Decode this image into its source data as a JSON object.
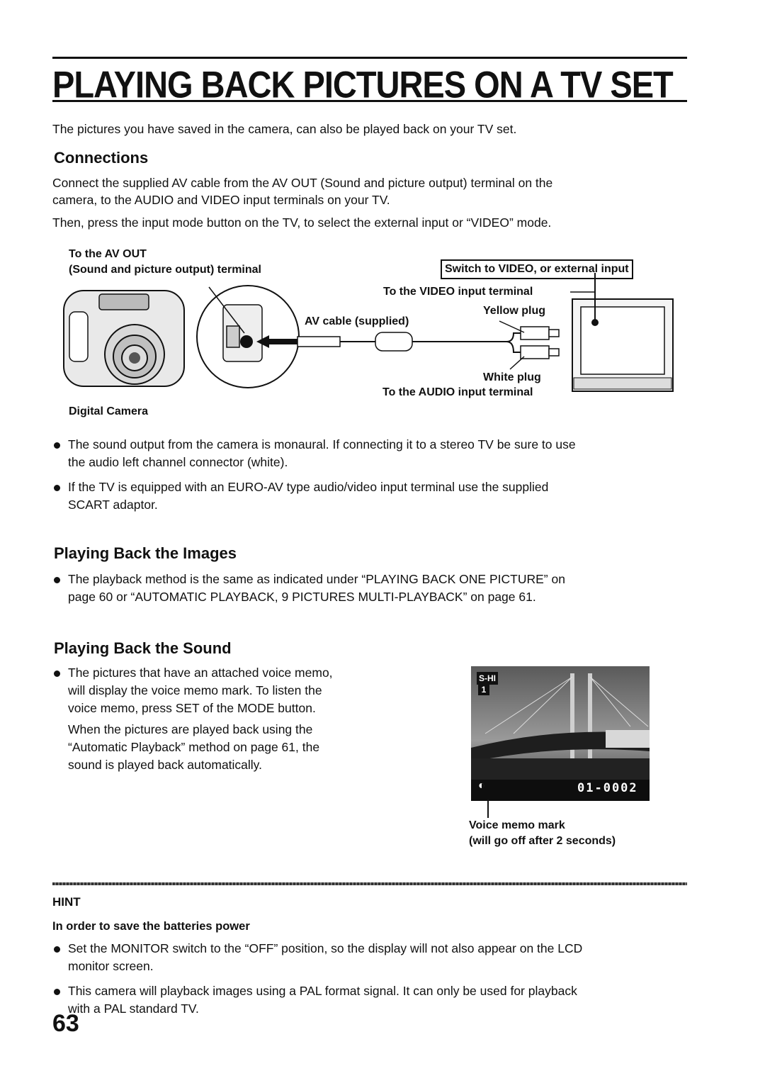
{
  "title": "PLAYING BACK PICTURES ON A TV SET",
  "intro": "The pictures you have saved in the camera, can also be played back on your TV set.",
  "connections": {
    "heading": "Connections",
    "p1_line1": "Connect the supplied AV cable from the AV OUT (Sound and picture output) terminal on the",
    "p1_line2": "camera, to the AUDIO and VIDEO input terminals on your TV.",
    "p2": "Then, press the input mode button on the TV, to select the external input or “VIDEO” mode."
  },
  "diagram": {
    "label_av_out_1": "To the AV OUT",
    "label_av_out_2": "(Sound and picture output) terminal",
    "label_switch": "Switch to VIDEO, or external input",
    "label_video_terminal": "To the VIDEO input terminal",
    "label_yellow_plug": "Yellow plug",
    "label_av_cable": "AV cable (supplied)",
    "label_white_plug": "White plug",
    "label_audio_terminal": "To the AUDIO input terminal",
    "label_digital_camera": "Digital Camera"
  },
  "connection_notes": [
    {
      "line1": "The sound output from the camera is monaural. If connecting it to a stereo TV be sure to use",
      "line2": "the audio left channel connector (white)."
    },
    {
      "line1": "If the TV is equipped with an EURO-AV type audio/video input terminal use the supplied",
      "line2": "SCART adaptor."
    }
  ],
  "images_section": {
    "heading": "Playing Back the Images",
    "line1": "The playback method is the same as indicated under “PLAYING BACK ONE PICTURE” on",
    "line2": "page 60 or “AUTOMATIC PLAYBACK, 9 PICTURES MULTI-PLAYBACK” on page 61."
  },
  "sound_section": {
    "heading": "Playing Back the Sound",
    "b1_line1": "The pictures that have an attached voice memo,",
    "b1_line2": "will display the voice memo mark. To listen the",
    "b1_line3": "voice memo, press SET of the MODE button.",
    "b2_line1": "When the pictures are played back using the",
    "b2_line2": "“Automatic Playback” method on page 61, the",
    "b2_line3": "sound is played back automatically."
  },
  "screen": {
    "quality_badge": "S-HI",
    "frame_number": "01-0002",
    "caption_1": "Voice memo mark",
    "caption_2": "(will go off after 2 seconds)"
  },
  "hint": {
    "label": "HINT",
    "subheading": "In order to save the batteries power",
    "items": [
      {
        "line1": "Set the MONITOR switch to the “OFF” position, so the display will not also appear on the LCD",
        "line2": "monitor screen."
      },
      {
        "line1": "This camera will playback images using a PAL format signal. It can only be used for playback",
        "line2": "with a PAL standard TV."
      }
    ]
  },
  "page_number": "63"
}
